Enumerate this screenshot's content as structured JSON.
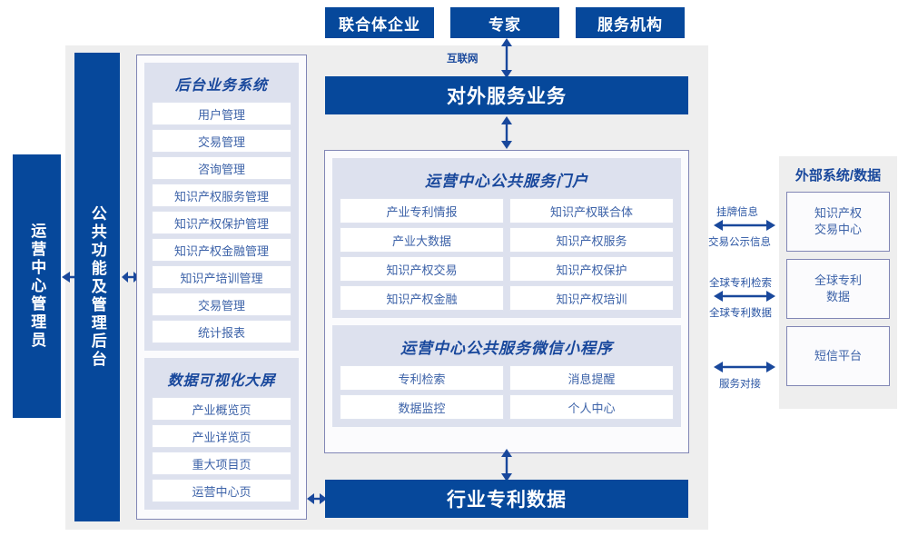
{
  "top_actors": [
    {
      "label": "联合体企业"
    },
    {
      "label": "专家"
    },
    {
      "label": "服务机构"
    }
  ],
  "connectors": {
    "internet": "互联网",
    "external": [
      {
        "above": "挂牌信息",
        "below": "交易公示信息"
      },
      {
        "above": "全球专利检索",
        "below": "全球专利数据"
      },
      {
        "above": "",
        "below": "服务对接"
      }
    ]
  },
  "left": {
    "operator_bar": "运营中心管理员",
    "common_bar": "公共功能及管理后台"
  },
  "backend": {
    "title": "后台业务系统",
    "items": [
      "用户管理",
      "交易管理",
      "咨询管理",
      "知识产权服务管理",
      "知识产权保护管理",
      "知识产权金融管理",
      "知识产培训管理",
      "交易管理",
      "统计报表"
    ]
  },
  "dashboard": {
    "title": "数据可视化大屏",
    "items": [
      "产业概览页",
      "产业详览页",
      "重大项目页",
      "运营中心页"
    ]
  },
  "service_bar": "对外服务业务",
  "industry_bar": "行业专利数据",
  "portal": {
    "title": "运营中心公共服务门户",
    "items": [
      "产业专利情报",
      "知识产权联合体",
      "产业大数据",
      "知识产权服务",
      "知识产权交易",
      "知识产权保护",
      "知识产权金融",
      "知识产权培训"
    ]
  },
  "miniprogram": {
    "title": "运营中心公共服务微信小程序",
    "items": [
      "专利检索",
      "消息提醒",
      "数据监控",
      "个人中心"
    ]
  },
  "external": {
    "title": "外部系统/数据",
    "items": [
      "知识产权\n交易中心",
      "全球专利\n数据",
      "短信平台"
    ]
  },
  "colors": {
    "primary_blue": "#06489b",
    "panel_lavender": "#dde1ee",
    "container_grey": "#eeeeee",
    "border_purple": "#8186b5",
    "text_blue": "#3c62a8"
  }
}
